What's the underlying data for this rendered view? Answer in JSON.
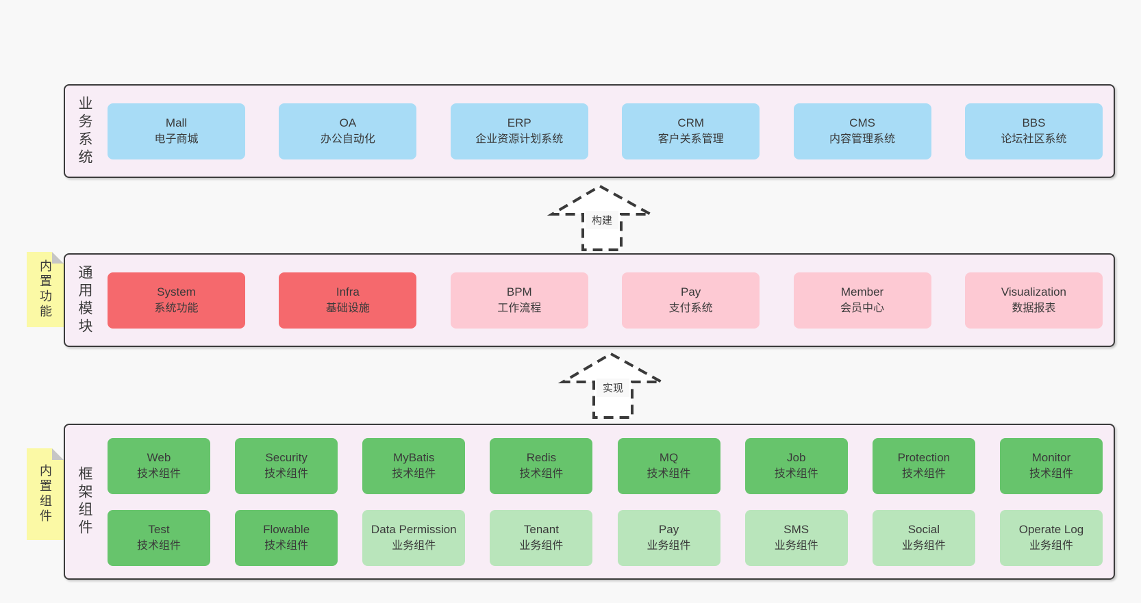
{
  "palette": {
    "page_bg": "#f8f8f8",
    "panel_bg": "#f8edf6",
    "panel_border": "#3b3b3b",
    "text": "#3a3a3a",
    "blue": "#a8dcf6",
    "red": "#f5696d",
    "pink": "#fdc9d3",
    "green": "#67c46c",
    "lightgreen": "#b9e5bb",
    "note_bg": "#fbf9a5",
    "note_fold": "#c6c6c6",
    "arrow": "#3a3a3a"
  },
  "sections": [
    {
      "id": "business-systems",
      "label": "业务系统",
      "rows": [
        [
          {
            "title": "Mall",
            "subtitle": "电子商城",
            "variant": "blue"
          },
          {
            "title": "OA",
            "subtitle": "办公自动化",
            "variant": "blue"
          },
          {
            "title": "ERP",
            "subtitle": "企业资源计划系统",
            "variant": "blue"
          },
          {
            "title": "CRM",
            "subtitle": "客户关系管理",
            "variant": "blue"
          },
          {
            "title": "CMS",
            "subtitle": "内容管理系统",
            "variant": "blue"
          },
          {
            "title": "BBS",
            "subtitle": "论坛社区系统",
            "variant": "blue"
          }
        ]
      ]
    },
    {
      "id": "common-modules",
      "label": "通用模块",
      "note": "内置功能",
      "rows": [
        [
          {
            "title": "System",
            "subtitle": "系统功能",
            "variant": "red"
          },
          {
            "title": "Infra",
            "subtitle": "基础设施",
            "variant": "red"
          },
          {
            "title": "BPM",
            "subtitle": "工作流程",
            "variant": "pink"
          },
          {
            "title": "Pay",
            "subtitle": "支付系统",
            "variant": "pink"
          },
          {
            "title": "Member",
            "subtitle": "会员中心",
            "variant": "pink"
          },
          {
            "title": "Visualization",
            "subtitle": "数据报表",
            "variant": "pink"
          }
        ]
      ]
    },
    {
      "id": "framework-components",
      "label": "框架组件",
      "note": "内置组件",
      "rows": [
        [
          {
            "title": "Web",
            "subtitle": "技术组件",
            "variant": "green"
          },
          {
            "title": "Security",
            "subtitle": "技术组件",
            "variant": "green"
          },
          {
            "title": "MyBatis",
            "subtitle": "技术组件",
            "variant": "green"
          },
          {
            "title": "Redis",
            "subtitle": "技术组件",
            "variant": "green"
          },
          {
            "title": "MQ",
            "subtitle": "技术组件",
            "variant": "green"
          },
          {
            "title": "Job",
            "subtitle": "技术组件",
            "variant": "green"
          },
          {
            "title": "Protection",
            "subtitle": "技术组件",
            "variant": "green"
          },
          {
            "title": "Monitor",
            "subtitle": "技术组件",
            "variant": "green"
          }
        ],
        [
          {
            "title": "Test",
            "subtitle": "技术组件",
            "variant": "green"
          },
          {
            "title": "Flowable",
            "subtitle": "技术组件",
            "variant": "green"
          },
          {
            "title": "Data Permission",
            "subtitle": "业务组件",
            "variant": "lightgreen"
          },
          {
            "title": "Tenant",
            "subtitle": "业务组件",
            "variant": "lightgreen"
          },
          {
            "title": "Pay",
            "subtitle": "业务组件",
            "variant": "lightgreen"
          },
          {
            "title": "SMS",
            "subtitle": "业务组件",
            "variant": "lightgreen"
          },
          {
            "title": "Social",
            "subtitle": "业务组件",
            "variant": "lightgreen"
          },
          {
            "title": "Operate Log",
            "subtitle": "业务组件",
            "variant": "lightgreen"
          }
        ]
      ]
    }
  ],
  "arrows": [
    {
      "label": "构建"
    },
    {
      "label": "实现"
    }
  ]
}
